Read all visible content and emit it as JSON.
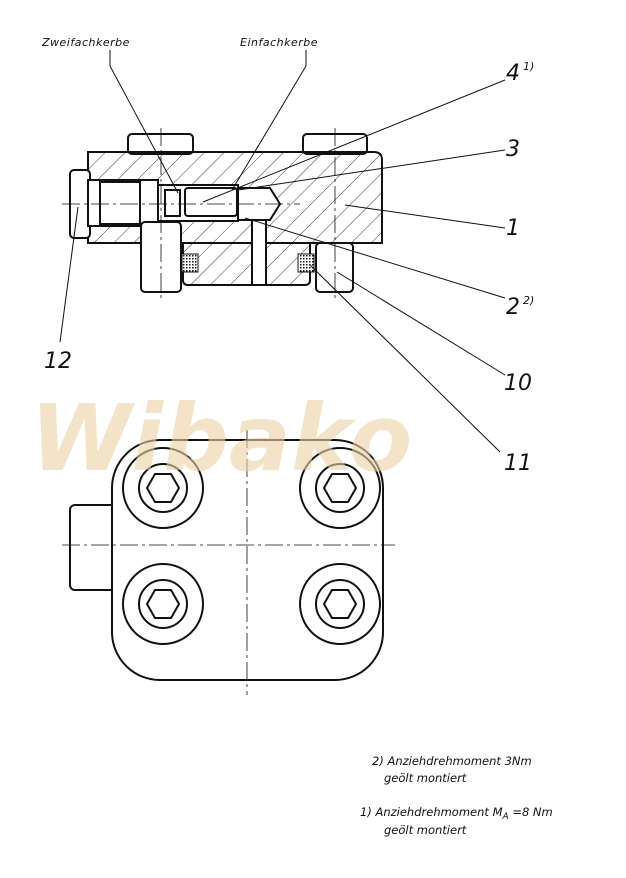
{
  "watermark": "Wibako",
  "callouts": {
    "zweifachkerbe": "Zweifachkerbe",
    "einfachkerbe": "Einfachkerbe"
  },
  "parts": [
    {
      "number": "4",
      "sup": "1)"
    },
    {
      "number": "3",
      "sup": ""
    },
    {
      "number": "1",
      "sup": ""
    },
    {
      "number": "2",
      "sup": "2)"
    },
    {
      "number": "10",
      "sup": ""
    },
    {
      "number": "11",
      "sup": ""
    },
    {
      "number": "12",
      "sup": ""
    }
  ],
  "notes": [
    {
      "line1": "2)  Anziehdrehmoment  3Nm",
      "line2": "geölt montiert"
    },
    {
      "line1_prefix": "1)  Anziehdrehmoment  M",
      "line1_sub": "A",
      "line1_suffix": " =8 Nm",
      "line2": "geölt  montiert"
    }
  ]
}
